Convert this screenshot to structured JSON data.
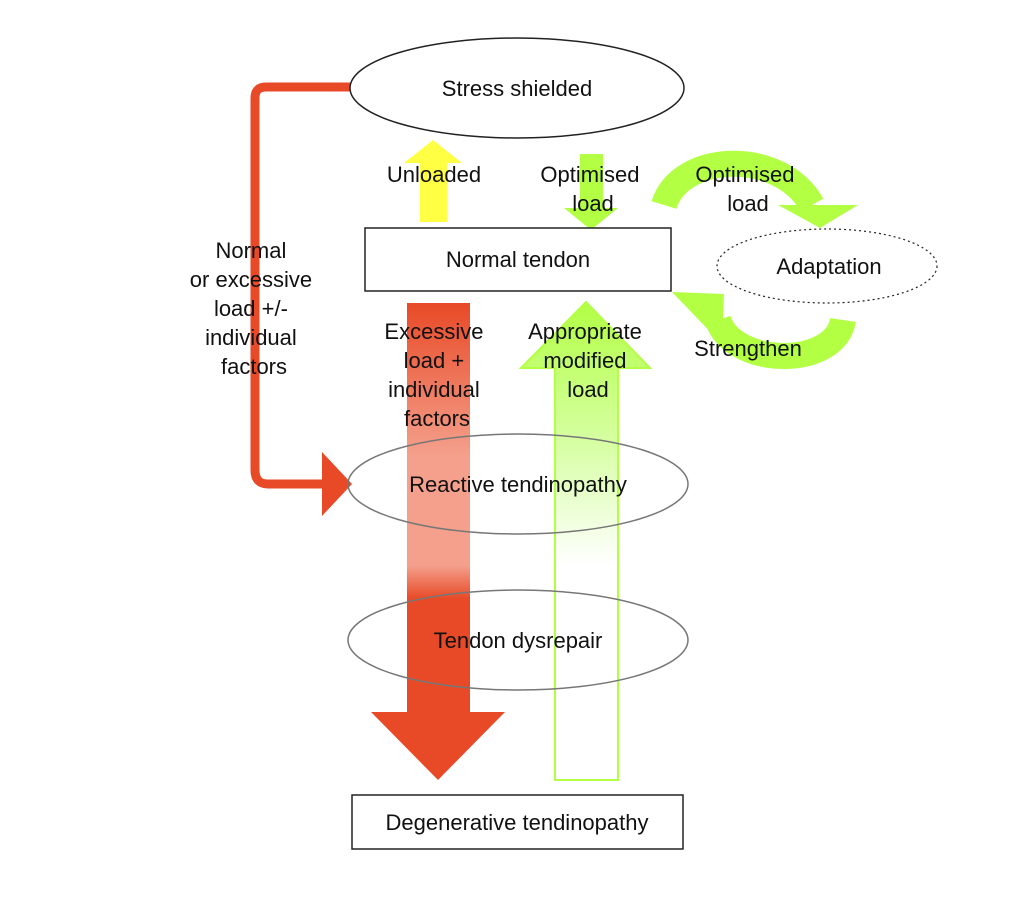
{
  "nodes": {
    "stress_shielded": "Stress shielded",
    "normal_tendon": "Normal tendon",
    "adaptation": "Adaptation",
    "reactive_tendinopathy": "Reactive tendinopathy",
    "tendon_dysrepair": "Tendon dysrepair",
    "degenerative_tendinopathy": "Degenerative tendinopathy"
  },
  "arrow_labels": {
    "unloaded": "Unloaded",
    "optimised_load_down": [
      "Optimised",
      "load"
    ],
    "optimised_load_cycle": [
      "Optimised",
      "load"
    ],
    "strengthen": "Strengthen",
    "excessive_load": [
      "Excessive",
      "load +",
      "individual",
      "factors"
    ],
    "appropriate_modified_load": [
      "Appropriate",
      "modified",
      "load"
    ],
    "normal_or_excessive_load": [
      "Normal",
      "or excessive",
      "load +/-",
      "individual",
      "factors"
    ]
  },
  "colors": {
    "red": "#E84A27",
    "green": "#B2FF44",
    "yellow": "#FFFF44"
  }
}
